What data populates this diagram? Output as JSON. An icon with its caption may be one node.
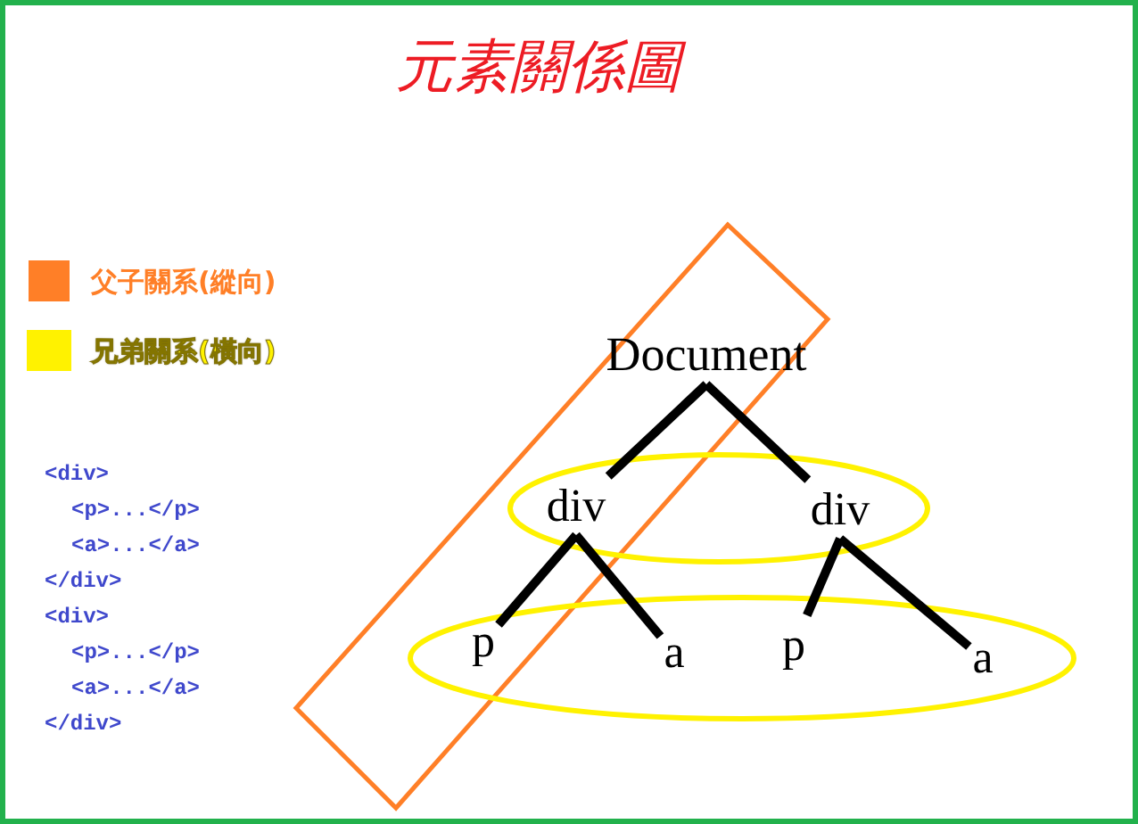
{
  "diagram": {
    "title": "元素關係圖",
    "nodes": [
      {
        "text": [
          "Document"
        ]
      },
      {
        "text": [
          "div"
        ]
      },
      {
        "text": [
          "div"
        ]
      },
      {
        "text": [
          "p"
        ]
      },
      {
        "text": [
          "a"
        ]
      },
      {
        "text": [
          "p"
        ]
      },
      {
        "text": [
          "a"
        ]
      }
    ],
    "edges": [
      {
        "from": 0,
        "to": 1,
        "arrow": "none"
      },
      {
        "from": 0,
        "to": 2,
        "arrow": "none"
      },
      {
        "from": 1,
        "to": 3,
        "arrow": "none"
      },
      {
        "from": 1,
        "to": 4,
        "arrow": "none"
      },
      {
        "from": 2,
        "to": 5,
        "arrow": "none"
      },
      {
        "from": 2,
        "to": 6,
        "arrow": "none"
      }
    ],
    "labels": [
      "<div>",
      "<p>...</p>",
      "<a>...</a>",
      "</div>",
      "<div>",
      "<p>...</p>",
      "<a>...</a>",
      "</div>"
    ],
    "legend": [
      {
        "text": "父子關系(縱向)",
        "color": "#ff7f27"
      },
      {
        "text": "兄弟關系(橫向)",
        "color": "#fff200"
      }
    ]
  }
}
